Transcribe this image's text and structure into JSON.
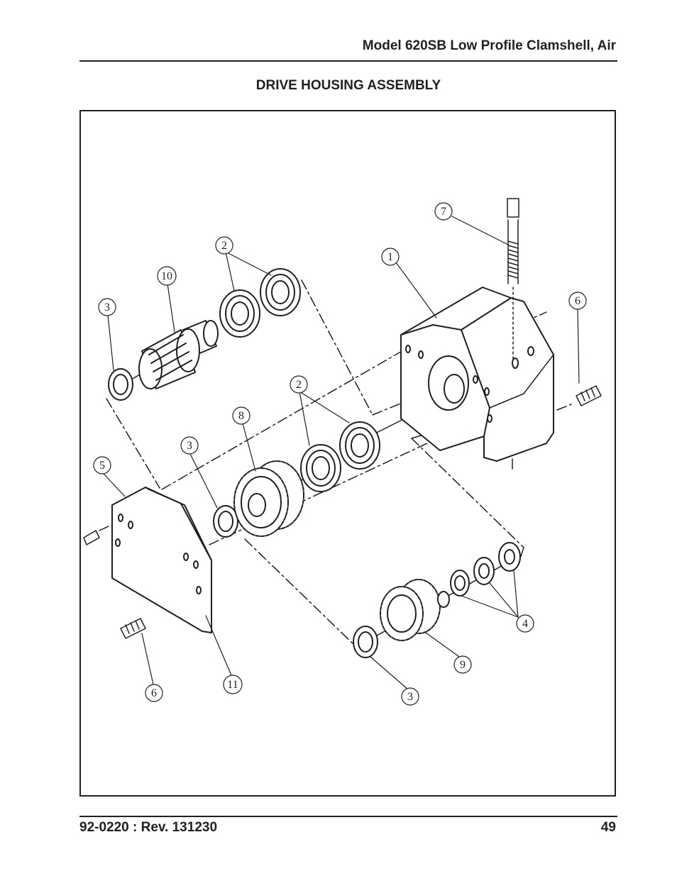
{
  "header": {
    "title": "Model 620SB Low Profile Clamshell, Air"
  },
  "section": {
    "title": "DRIVE HOUSING ASSEMBLY"
  },
  "diagram": {
    "callouts": [
      {
        "id": "c1",
        "label": "1"
      },
      {
        "id": "c2a",
        "label": "2"
      },
      {
        "id": "c2b",
        "label": "2"
      },
      {
        "id": "c3a",
        "label": "3"
      },
      {
        "id": "c3b",
        "label": "3"
      },
      {
        "id": "c3c",
        "label": "3"
      },
      {
        "id": "c4",
        "label": "4"
      },
      {
        "id": "c5",
        "label": "5"
      },
      {
        "id": "c6a",
        "label": "6"
      },
      {
        "id": "c6b",
        "label": "6"
      },
      {
        "id": "c7",
        "label": "7"
      },
      {
        "id": "c8",
        "label": "8"
      },
      {
        "id": "c9",
        "label": "9"
      },
      {
        "id": "c10",
        "label": "10"
      },
      {
        "id": "c11",
        "label": "11"
      }
    ]
  },
  "footer": {
    "doc_number": "92-0220 : Rev. 131230",
    "page_number": "49"
  }
}
